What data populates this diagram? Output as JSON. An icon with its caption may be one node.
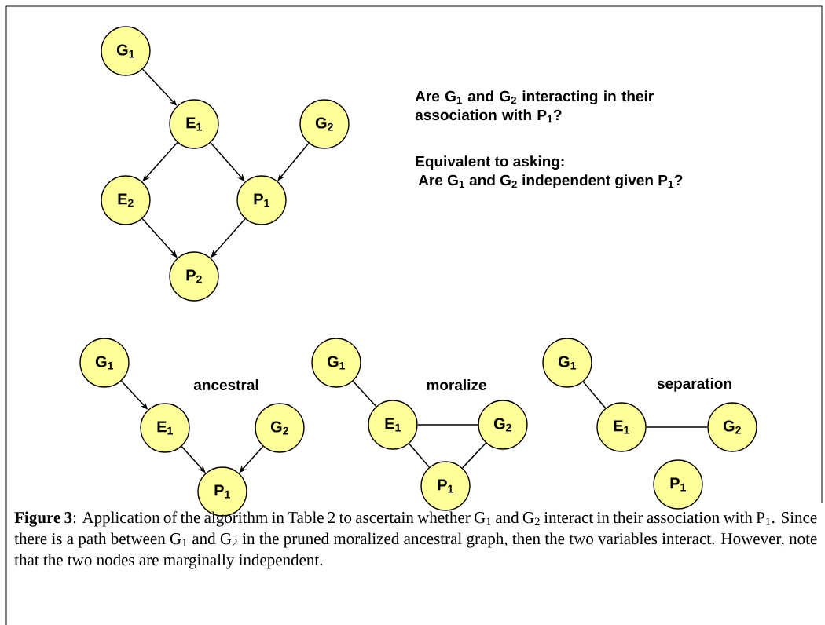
{
  "diagram": {
    "caption": "**Figure 3**: Application of the algorithm in Table 2 to ascertain whether G$_{1}$ and G$_{2}$ interact in their association with P$_{1}$. Since there is a path between G$_{1}$ and G$_{2}$ in the pruned moralized ancestral graph, then the two variables interact. However, note that the two nodes are marginally independent.",
    "nodes": [
      {
        "text": [
          "G$_{1}$"
        ]
      },
      {
        "text": [
          "E$_{1}$"
        ]
      },
      {
        "text": [
          "G$_{2}$"
        ]
      },
      {
        "text": [
          "E$_{2}$"
        ]
      },
      {
        "text": [
          "P$_{1}$"
        ]
      },
      {
        "text": [
          "P$_{2}$"
        ]
      },
      {
        "text": [
          "G$_{1}$"
        ]
      },
      {
        "text": [
          "E$_{1}$"
        ]
      },
      {
        "text": [
          "G$_{2}$"
        ]
      },
      {
        "text": [
          "P$_{1}$"
        ]
      },
      {
        "text": [
          "G$_{1}$"
        ]
      },
      {
        "text": [
          "E$_{1}$"
        ]
      },
      {
        "text": [
          "G$_{2}$"
        ]
      },
      {
        "text": [
          "P$_{1}$"
        ]
      },
      {
        "text": [
          "G$_{1}$"
        ]
      },
      {
        "text": [
          "E$_{1}$"
        ]
      },
      {
        "text": [
          "G$_{2}$"
        ]
      },
      {
        "text": [
          "P$_{1}$"
        ]
      }
    ],
    "edges": [
      {
        "from": 0,
        "to": 1,
        "arrow": "to"
      },
      {
        "from": 1,
        "to": 3,
        "arrow": "to"
      },
      {
        "from": 1,
        "to": 4,
        "arrow": "to"
      },
      {
        "from": 2,
        "to": 4,
        "arrow": "to"
      },
      {
        "from": 3,
        "to": 5,
        "arrow": "to"
      },
      {
        "from": 4,
        "to": 5,
        "arrow": "to"
      },
      {
        "from": 6,
        "to": 7,
        "arrow": "to"
      },
      {
        "from": 7,
        "to": 9,
        "arrow": "to"
      },
      {
        "from": 8,
        "to": 9,
        "arrow": "to"
      },
      {
        "from": 10,
        "to": 11,
        "arrow": "none"
      },
      {
        "from": 11,
        "to": 12,
        "arrow": "none"
      },
      {
        "from": 11,
        "to": 13,
        "arrow": "none"
      },
      {
        "from": 13,
        "to": 12,
        "arrow": "none"
      },
      {
        "from": 14,
        "to": 15,
        "arrow": "none"
      },
      {
        "from": 15,
        "to": 16,
        "arrow": "none"
      }
    ],
    "labels": [
      "Are G$_{1}$ and G$_{2}$ interacting in their association with P$_{1}$?",
      "Equivalent to asking:",
      "Are G$_{1}$ and G$_{2}$ independent given P$_{1}$?",
      "ancestral",
      "moralize",
      "separation"
    ]
  }
}
